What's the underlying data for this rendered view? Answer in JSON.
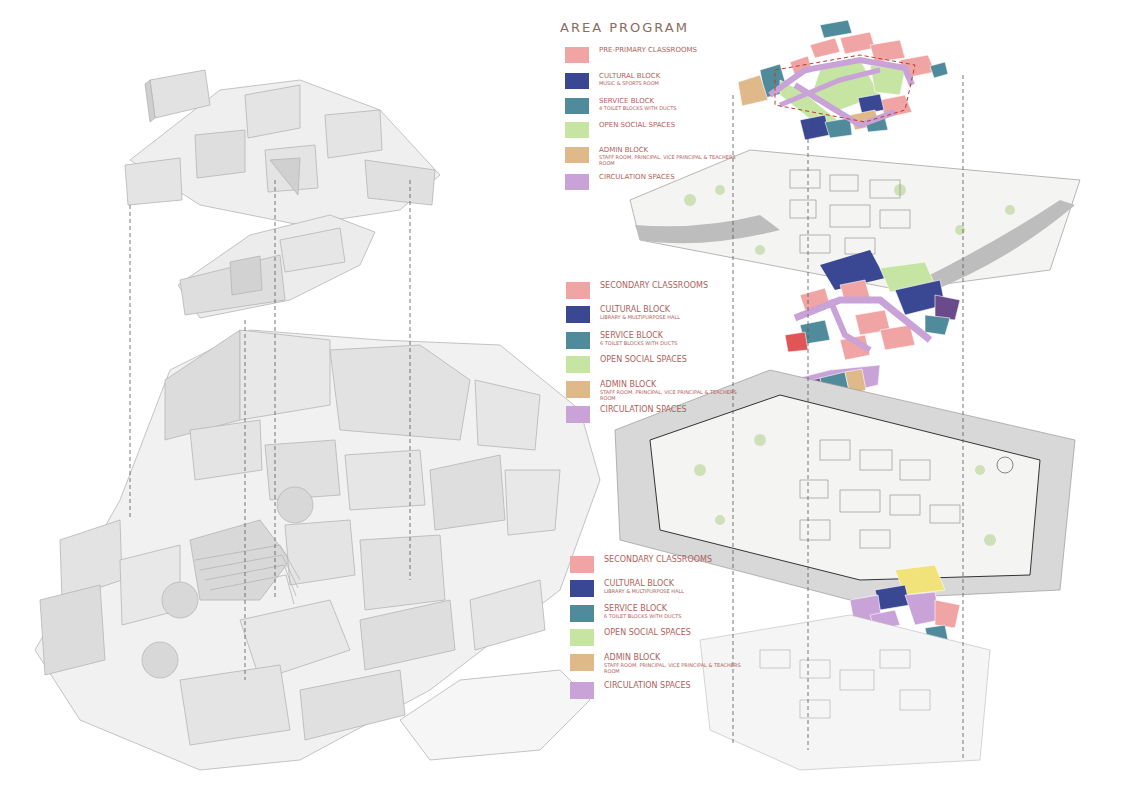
{
  "diagram": {
    "title": "AREA PROGRAM",
    "labels": [
      "MUSIC & SPORTS ROOM",
      "4 TOILET BLOCKS WITH DUCTS",
      "STAFF ROOM, PRINCIPAL, VICE PRINCIPAL & TEACHERS ROOM",
      "LIBRARY & MULTIPURPOSE HALL",
      "6 TOILET BLOCKS WITH DUCTS",
      "STAFF ROOM, PRINCIPAL, VICE PRINCIPAL & TEACHERS ROOM",
      "LIBRARY & MULTIPURPOSE HALL",
      "6 TOILET BLOCKS WITH DUCTS",
      "STAFF ROOM, PRINCIPAL, VICE PRINCIPAL & TEACHERS ROOM"
    ],
    "legend": [
      {
        "text": "PRE-PRIMARY CLASSROOMS",
        "color": "#f0a4a4"
      },
      {
        "text": "CULTURAL BLOCK",
        "color": "#3a4894"
      },
      {
        "text": "SERVICE BLOCK",
        "color": "#4f8b9b"
      },
      {
        "text": "OPEN SOCIAL SPACES",
        "color": "#c6e5a2"
      },
      {
        "text": "ADMIN BLOCK",
        "color": "#dfb98a"
      },
      {
        "text": "CIRCULATION SPACES",
        "color": "#c9a2d8"
      },
      {
        "text": "SECONDARY CLASSROOMS",
        "color": "#f0a4a4"
      },
      {
        "text": "CULTURAL BLOCK",
        "color": "#3a4894"
      },
      {
        "text": "SERVICE BLOCK",
        "color": "#4f8b9b"
      },
      {
        "text": "OPEN SOCIAL SPACES",
        "color": "#c6e5a2"
      },
      {
        "text": "ADMIN BLOCK",
        "color": "#dfb98a"
      },
      {
        "text": "CIRCULATION SPACES",
        "color": "#c9a2d8"
      },
      {
        "text": "SECONDARY CLASSROOMS",
        "color": "#f0a4a4"
      },
      {
        "text": "CULTURAL BLOCK",
        "color": "#3a4894"
      },
      {
        "text": "SERVICE BLOCK",
        "color": "#4f8b9b"
      },
      {
        "text": "OPEN SOCIAL SPACES",
        "color": "#c6e5a2"
      },
      {
        "text": "ADMIN BLOCK",
        "color": "#dfb98a"
      },
      {
        "text": "CIRCULATION SPACES",
        "color": "#c9a2d8"
      }
    ]
  }
}
